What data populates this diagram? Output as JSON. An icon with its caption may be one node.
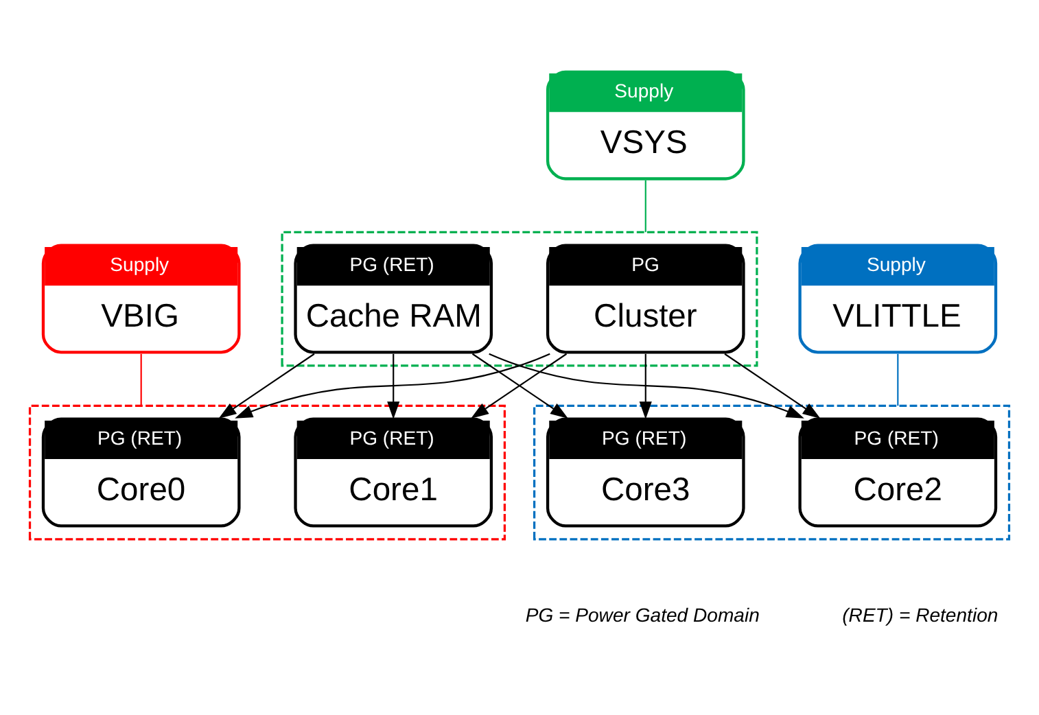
{
  "diagram": {
    "nodes": [
      {
        "text": [
          "Supply",
          "VBIG"
        ]
      },
      {
        "text": [
          "Supply",
          "VSYS"
        ]
      },
      {
        "text": [
          "Supply",
          "VLITTLE"
        ]
      },
      {
        "text": [],
        "shape": "box"
      },
      {
        "text": [
          "PG",
          "Cluster"
        ],
        "in": 3
      },
      {
        "text": [
          "PG (RET)",
          "Cache RAM"
        ],
        "in": 3
      },
      {
        "text": [],
        "shape": "box"
      },
      {
        "text": [
          "PG (RET)",
          "Core0"
        ],
        "in": 6
      },
      {
        "text": [
          "PG (RET)",
          "Core1"
        ],
        "in": 6
      },
      {
        "text": [],
        "shape": "box"
      },
      {
        "text": [
          "PG (RET)",
          "Core2"
        ],
        "in": 9
      },
      {
        "text": [
          "PG (RET)",
          "Core3"
        ],
        "in": 9
      }
    ],
    "edges": [
      {
        "from": 0,
        "to": 6,
        "arrow": "none",
        "color": "#ff0000"
      },
      {
        "from": 1,
        "to": 3,
        "arrow": "none",
        "color": "#00b050"
      },
      {
        "from": 2,
        "to": 9,
        "arrow": "none",
        "color": "#0070c0"
      },
      {
        "from": 4,
        "to": 7,
        "arrow": "to"
      },
      {
        "from": 4,
        "to": 8,
        "arrow": "to"
      },
      {
        "from": 4,
        "to": 10,
        "arrow": "to"
      },
      {
        "from": 4,
        "to": 11,
        "arrow": "to"
      },
      {
        "from": 5,
        "to": 7,
        "arrow": "to"
      },
      {
        "from": 5,
        "to": 8,
        "arrow": "to"
      },
      {
        "from": 5,
        "to": 10,
        "arrow": "to"
      },
      {
        "from": 5,
        "to": 11,
        "arrow": "to"
      }
    ],
    "labels": [
      "PG = Power Gated Domain",
      "(RET) = Retention"
    ]
  }
}
